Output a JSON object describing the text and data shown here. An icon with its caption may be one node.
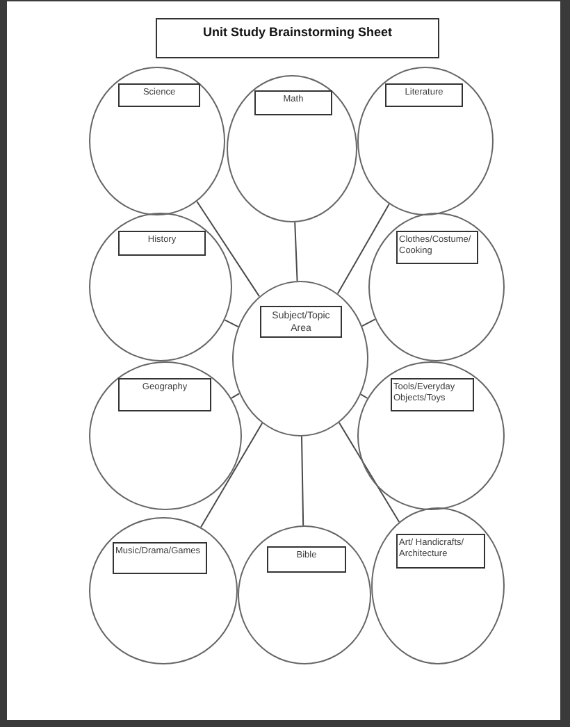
{
  "diagram": {
    "title": "Unit Study Brainstorming Sheet",
    "nodes": [
      {
        "text": [],
        "shape": "circle"
      },
      {
        "text": [
          "Science"
        ],
        "in": 0
      },
      {
        "text": [],
        "shape": "circle"
      },
      {
        "text": [
          "Math"
        ],
        "in": 2
      },
      {
        "text": [],
        "shape": "circle"
      },
      {
        "text": [
          "Literature"
        ],
        "in": 4
      },
      {
        "text": [],
        "shape": "circle"
      },
      {
        "text": [
          "History"
        ],
        "in": 6
      },
      {
        "text": [],
        "shape": "circle"
      },
      {
        "text": [
          "Clothes/Costume/ Cooking"
        ],
        "in": 8
      },
      {
        "text": [],
        "shape": "circle"
      },
      {
        "text": [
          "Subject/Topic Area"
        ],
        "in": 10
      },
      {
        "text": [],
        "shape": "circle"
      },
      {
        "text": [
          "Geography"
        ],
        "in": 12
      },
      {
        "text": [],
        "shape": "circle"
      },
      {
        "text": [
          "Tools/Everyday Objects/Toys"
        ],
        "in": 14
      },
      {
        "text": [],
        "shape": "circle"
      },
      {
        "text": [
          "Music/Drama/Games"
        ],
        "in": 16
      },
      {
        "text": [],
        "shape": "circle"
      },
      {
        "text": [
          "Bible"
        ],
        "in": 18
      },
      {
        "text": [],
        "shape": "circle"
      },
      {
        "text": [
          "Art/ Handicrafts/ Architecture"
        ],
        "in": 20
      }
    ],
    "edges": [
      {
        "from": 0,
        "to": 10,
        "arrow": "none"
      },
      {
        "from": 2,
        "to": 10,
        "arrow": "none"
      },
      {
        "from": 4,
        "to": 10,
        "arrow": "none"
      },
      {
        "from": 6,
        "to": 10,
        "arrow": "none"
      },
      {
        "from": 8,
        "to": 10,
        "arrow": "none"
      },
      {
        "from": 12,
        "to": 10,
        "arrow": "none"
      },
      {
        "from": 14,
        "to": 10,
        "arrow": "none"
      },
      {
        "from": 16,
        "to": 10,
        "arrow": "none"
      },
      {
        "from": 18,
        "to": 10,
        "arrow": "none"
      },
      {
        "from": 20,
        "to": 10,
        "arrow": "none"
      }
    ]
  }
}
